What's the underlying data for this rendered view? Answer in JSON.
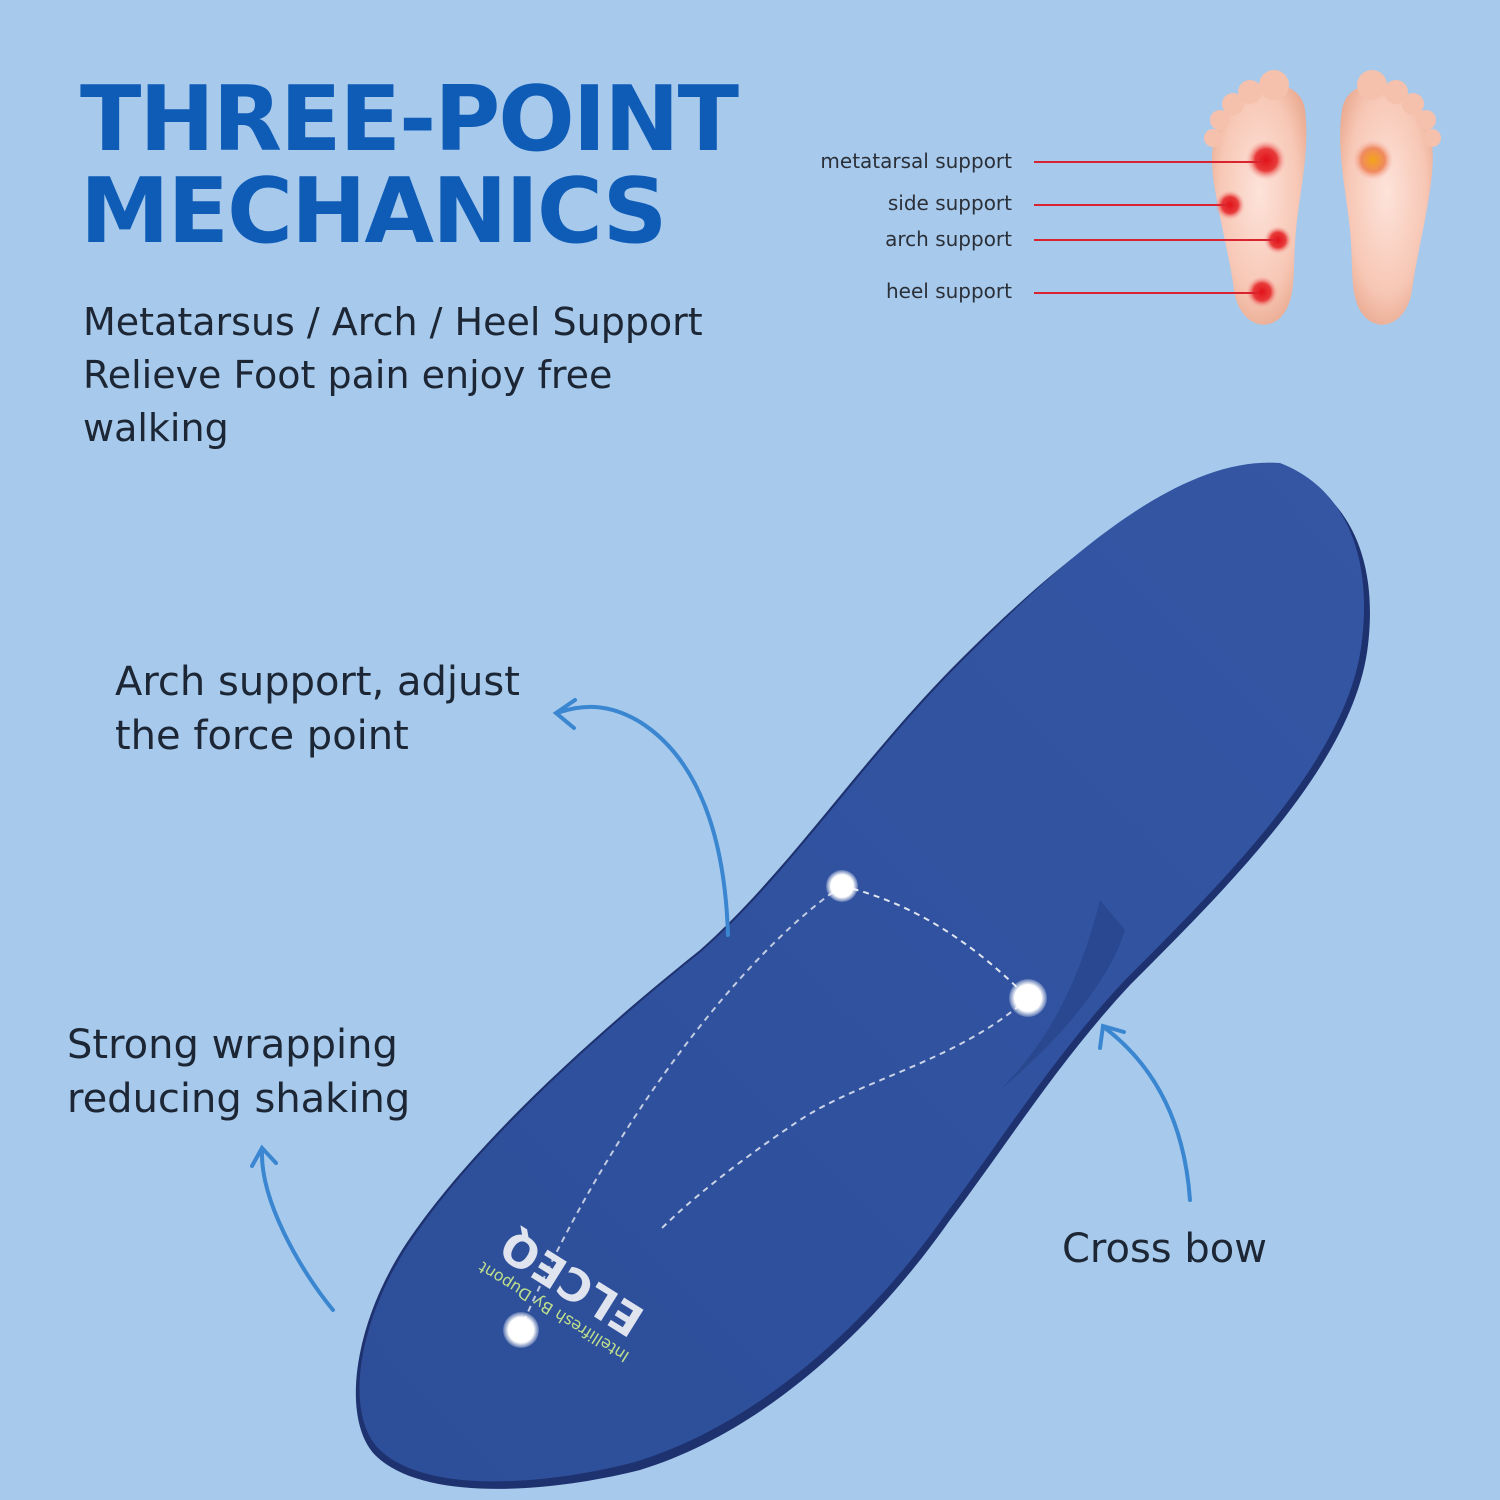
{
  "headline": {
    "line1": "THREE-POINT",
    "line2": "MECHANICS"
  },
  "subtitle": {
    "line1": "Metatarsus / Arch / Heel Support",
    "line2": "Relieve Foot pain enjoy free",
    "line3": "walking"
  },
  "foot_diagram": {
    "labels": {
      "metatarsal": "metatarsal support",
      "side": "side support",
      "arch": "arch support",
      "heel": "heel support"
    }
  },
  "callouts": {
    "arch": {
      "line1": "Arch support, adjust",
      "line2": "the force point"
    },
    "wrap": {
      "line1": "Strong wrapping",
      "line2": "reducing shaking"
    },
    "cross": {
      "line1": "Cross bow"
    }
  },
  "insole_print": {
    "brand": "ELCEQ",
    "tagline": "Intellifresh By Dupont"
  },
  "colors": {
    "background": "#a6c9ec",
    "headline": "#0f5cb7",
    "insole": "#2c4f9b",
    "leader_line": "#d9242f",
    "arrow": "#3a86d0"
  }
}
